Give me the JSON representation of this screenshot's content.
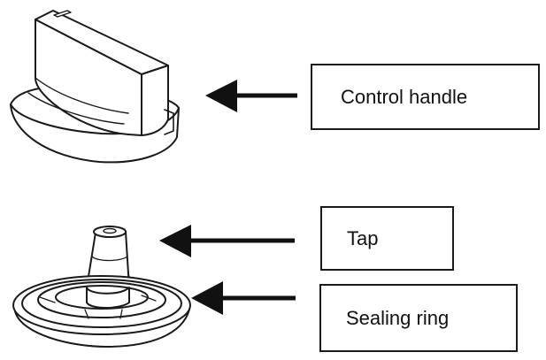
{
  "labels": {
    "control_handle": "Control handle",
    "tap": "Tap",
    "sealing_ring": "Sealing ring"
  },
  "icons": {
    "control_handle_drawing": "control-knob-icon",
    "tap_drawing": "tap-stem-icon",
    "sealing_ring_drawing": "sealing-ring-icon",
    "pointer": "arrow-left-icon"
  },
  "colors": {
    "line": "#1a1a1a",
    "background": "#ffffff"
  }
}
